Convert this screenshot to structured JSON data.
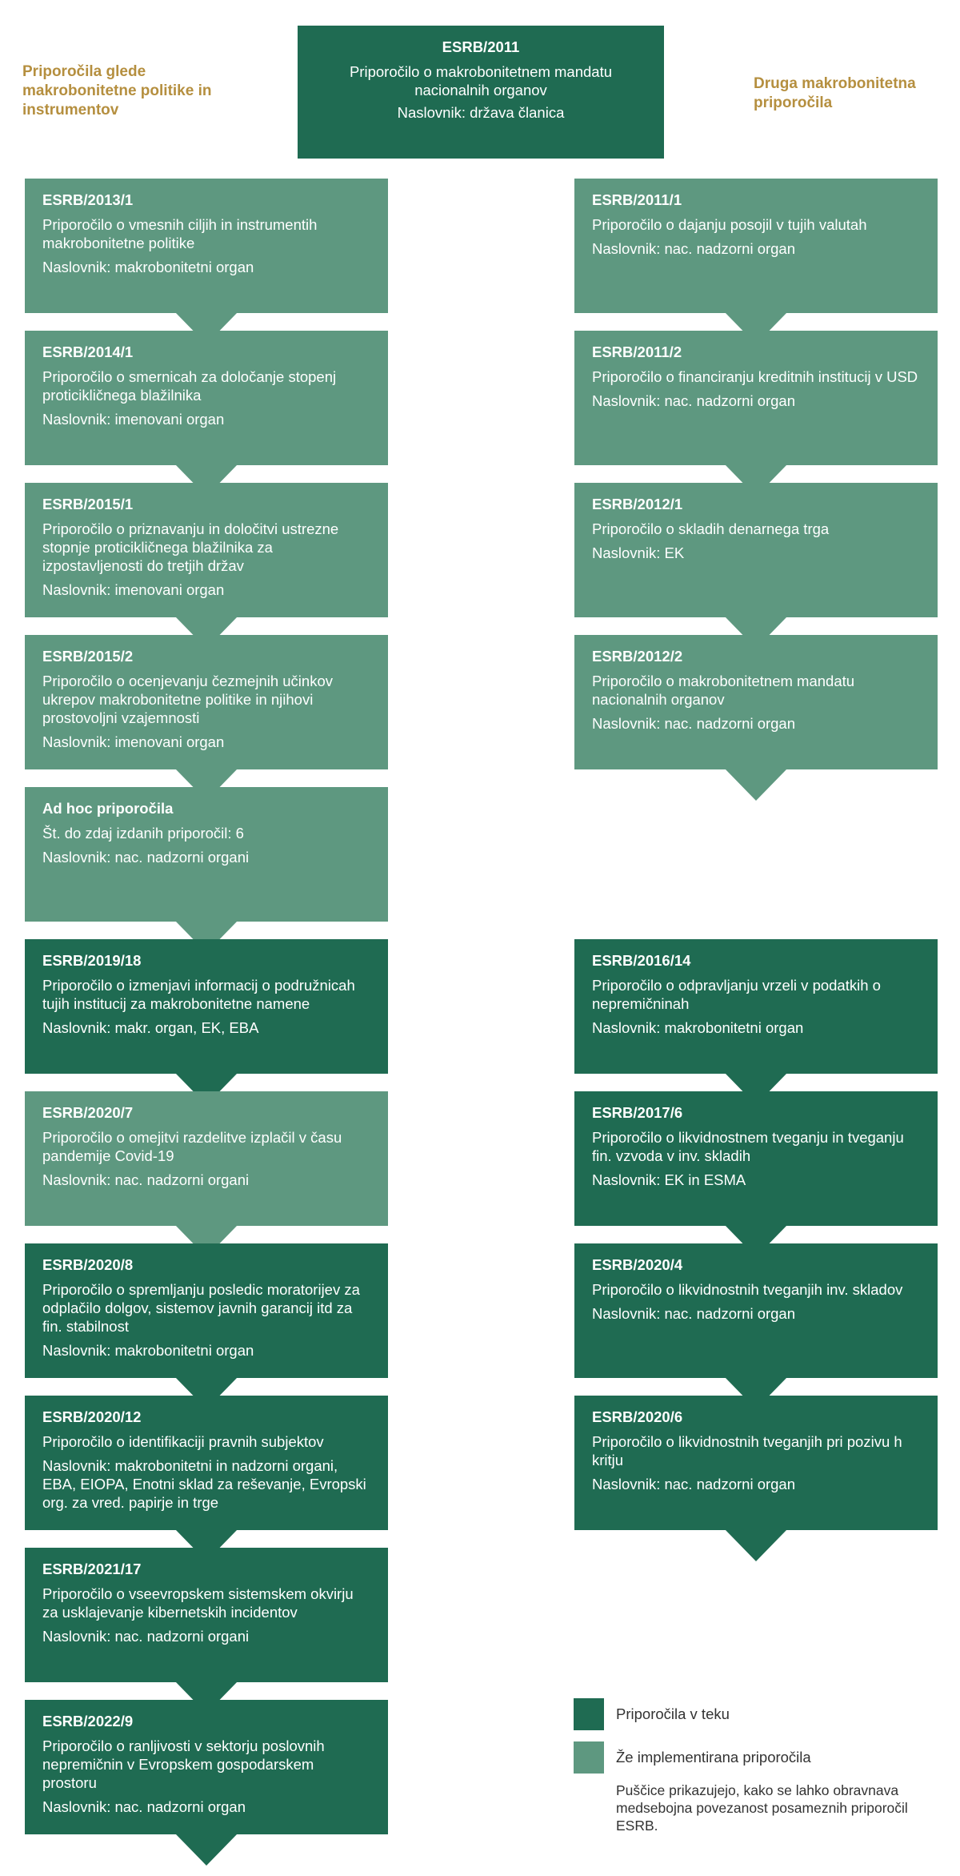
{
  "headings": {
    "left": "Priporočila glede makrobonitetne politike in instrumentov",
    "right": "Druga makrobonitetna priporočila"
  },
  "top": {
    "code": "ESRB/2011",
    "title": "Priporočilo o makrobonitetnem mandatu nacionalnih organov",
    "addressee": "Naslovnik: država članica"
  },
  "left": [
    {
      "code": "ESRB/2013/1",
      "title": "Priporočilo o vmesnih ciljih in instrumentih makrobonitetne politike",
      "addressee": "Naslovnik: makrobonitetni organ",
      "status": "implemented"
    },
    {
      "code": "ESRB/2014/1",
      "title": "Priporočilo o smernicah za določanje stopenj proticikličnega blažilnika",
      "addressee": "Naslovnik: imenovani organ",
      "status": "implemented"
    },
    {
      "code": "ESRB/2015/1",
      "title": "Priporočilo o priznavanju in določitvi ustrezne stopnje proticikličnega blažilnika za izpostavljenosti do tretjih držav",
      "addressee": "Naslovnik: imenovani organ",
      "status": "implemented"
    },
    {
      "code": "ESRB/2015/2",
      "title": "Priporočilo o ocenjevanju čezmejnih učinkov ukrepov makrobonitetne politike in njihovi prostovoljni vzajemnosti",
      "addressee": "Naslovnik: imenovani organ",
      "status": "implemented"
    },
    {
      "code": "Ad hoc priporočila",
      "title": "Št. do zdaj izdanih priporočil: 6",
      "addressee": "Naslovnik: nac. nadzorni organi",
      "status": "implemented"
    },
    {
      "code": "ESRB/2019/18",
      "title": "Priporočilo o izmenjavi informacij o podružnicah tujih institucij za makrobonitetne namene",
      "addressee": "Naslovnik: makr. organ, EK, EBA",
      "status": "ongoing"
    },
    {
      "code": "ESRB/2020/7",
      "title": "Priporočilo o omejitvi razdelitve izplačil v času pandemije Covid-19",
      "addressee": "Naslovnik: nac. nadzorni organi",
      "status": "implemented"
    },
    {
      "code": "ESRB/2020/8",
      "title": "Priporočilo o spremljanju posledic moratorijev za odplačilo dolgov, sistemov javnih garancij itd za fin. stabilnost",
      "addressee": "Naslovnik: makrobonitetni organ",
      "status": "ongoing"
    },
    {
      "code": "ESRB/2020/12",
      "title": "Priporočilo o identifikaciji pravnih subjektov",
      "addressee": "Naslovnik: makrobonitetni in nadzorni organi, EBA, EIOPA, Enotni sklad za reševanje, Evropski org. za vred. papirje in trge",
      "status": "ongoing"
    },
    {
      "code": "ESRB/2021/17",
      "title": "Priporočilo o vseevropskem sistemskem okvirju za usklajevanje kibernetskih incidentov",
      "addressee": "Naslovnik: nac. nadzorni organi",
      "status": "ongoing"
    },
    {
      "code": "ESRB/2022/9",
      "title": "Priporočilo o ranljivosti v sektorju poslovnih nepremičnin v Evropskem gospodarskem prostoru",
      "addressee": "Naslovnik: nac. nadzorni organ",
      "status": "ongoing"
    }
  ],
  "right": [
    {
      "code": "ESRB/2011/1",
      "title": "Priporočilo o dajanju posojil v tujih valutah",
      "addressee": "Naslovnik: nac. nadzorni organ",
      "status": "implemented"
    },
    {
      "code": "ESRB/2011/2",
      "title": "Priporočilo o financiranju kreditnih institucij v USD",
      "addressee": "Naslovnik: nac. nadzorni organ",
      "status": "implemented"
    },
    {
      "code": "ESRB/2012/1",
      "title": "Priporočilo o skladih denarnega trga",
      "addressee": "Naslovnik: EK",
      "status": "implemented"
    },
    {
      "code": "ESRB/2012/2",
      "title": "Priporočilo o makrobonitetnem mandatu nacionalnih organov",
      "addressee": "Naslovnik: nac. nadzorni organ",
      "status": "implemented"
    },
    {
      "code": "ESRB/2016/14",
      "title": "Priporočilo o odpravljanju vrzeli v podatkih o nepremičninah",
      "addressee": "Naslovnik: makrobonitetni organ",
      "status": "ongoing"
    },
    {
      "code": "ESRB/2017/6",
      "title": "Priporočilo o likvidnostnem tveganju in tveganju fin. vzvoda v inv. skladih",
      "addressee": "Naslovnik: EK in ESMA",
      "status": "ongoing"
    },
    {
      "code": "ESRB/2020/4",
      "title": "Priporočilo o likvidnostnih tveganjih inv. skladov",
      "addressee": "Naslovnik: nac. nadzorni organ",
      "status": "ongoing"
    },
    {
      "code": "ESRB/2020/6",
      "title": "Priporočilo o likvidnostnih tveganjih pri pozivu h kritju",
      "addressee": "Naslovnik: nac. nadzorni organ",
      "status": "ongoing"
    }
  ],
  "legend": {
    "ongoing": "Priporočila v teku",
    "implemented": "Že implementirana priporočila",
    "note": "Puščice prikazujejo, kako se lahko obravnava medsebojna povezanost posameznih priporočil ESRB."
  },
  "colors": {
    "ongoing": "#1f6b52",
    "implemented": "#5e9880",
    "heading": "#b58f3f"
  }
}
